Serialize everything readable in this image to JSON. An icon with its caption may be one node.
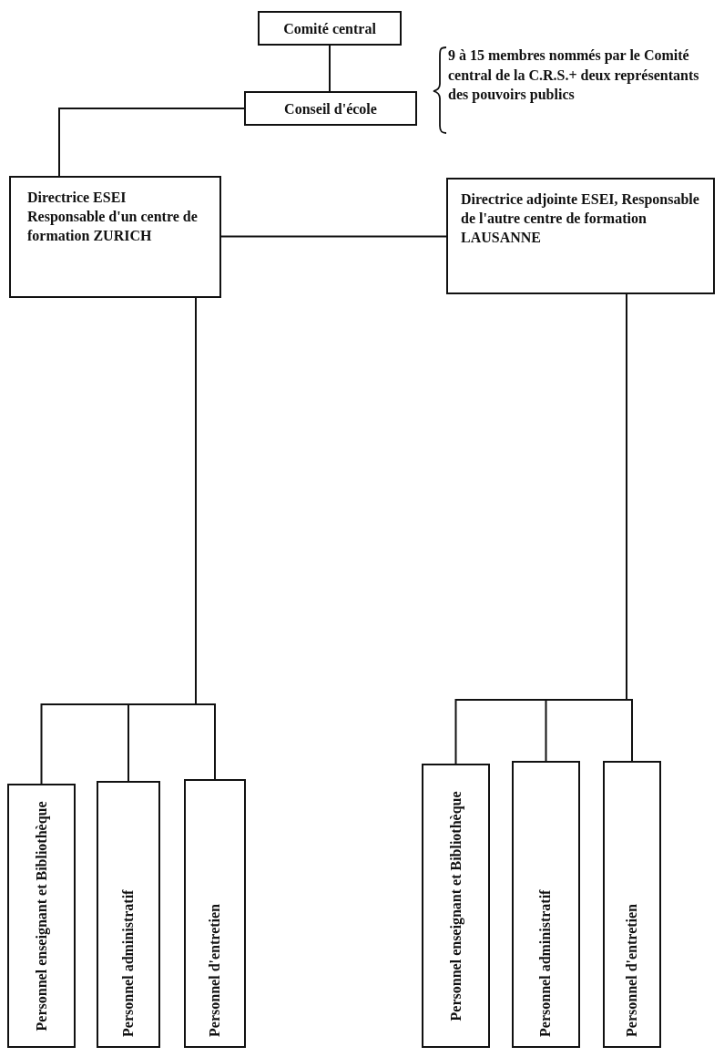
{
  "diagram": {
    "nodes": [
      {
        "text": [
          "Comité central"
        ]
      },
      {
        "text": [
          "Conseil d'école"
        ],
        "beside": [
          "9 à 15 membres nommés par le Comité central de la C.R.S.+ deux représentants des pouvoirs publics"
        ]
      },
      {
        "text": [
          "Directrice ESEI Responsable d'un centre de formation ZURICH"
        ]
      },
      {
        "text": [
          "Directrice adjointe ESEI, Responsable de l'autre centre de formation LAUSANNE"
        ]
      },
      {
        "text": [
          "Personnel enseignant et Bibliothèque"
        ]
      },
      {
        "text": [
          "Personnel administratif"
        ]
      },
      {
        "text": [
          "Personnel d'entretien"
        ]
      },
      {
        "text": [
          "Personnel enseignant et Bibliothèque"
        ]
      },
      {
        "text": [
          "Personnel administratif"
        ]
      },
      {
        "text": [
          "Personnel d'entretien"
        ]
      }
    ],
    "edges": [
      {
        "from": 0,
        "to": 1,
        "arrow": "none"
      },
      {
        "from": 1,
        "to": 2,
        "arrow": "none"
      },
      {
        "from": 2,
        "to": 3,
        "arrow": "none"
      },
      {
        "from": 2,
        "to": 4,
        "arrow": "none"
      },
      {
        "from": 2,
        "to": 5,
        "arrow": "none"
      },
      {
        "from": 2,
        "to": 6,
        "arrow": "none"
      },
      {
        "from": 3,
        "to": 7,
        "arrow": "none"
      },
      {
        "from": 3,
        "to": 8,
        "arrow": "none"
      },
      {
        "from": 3,
        "to": 9,
        "arrow": "none"
      }
    ]
  }
}
